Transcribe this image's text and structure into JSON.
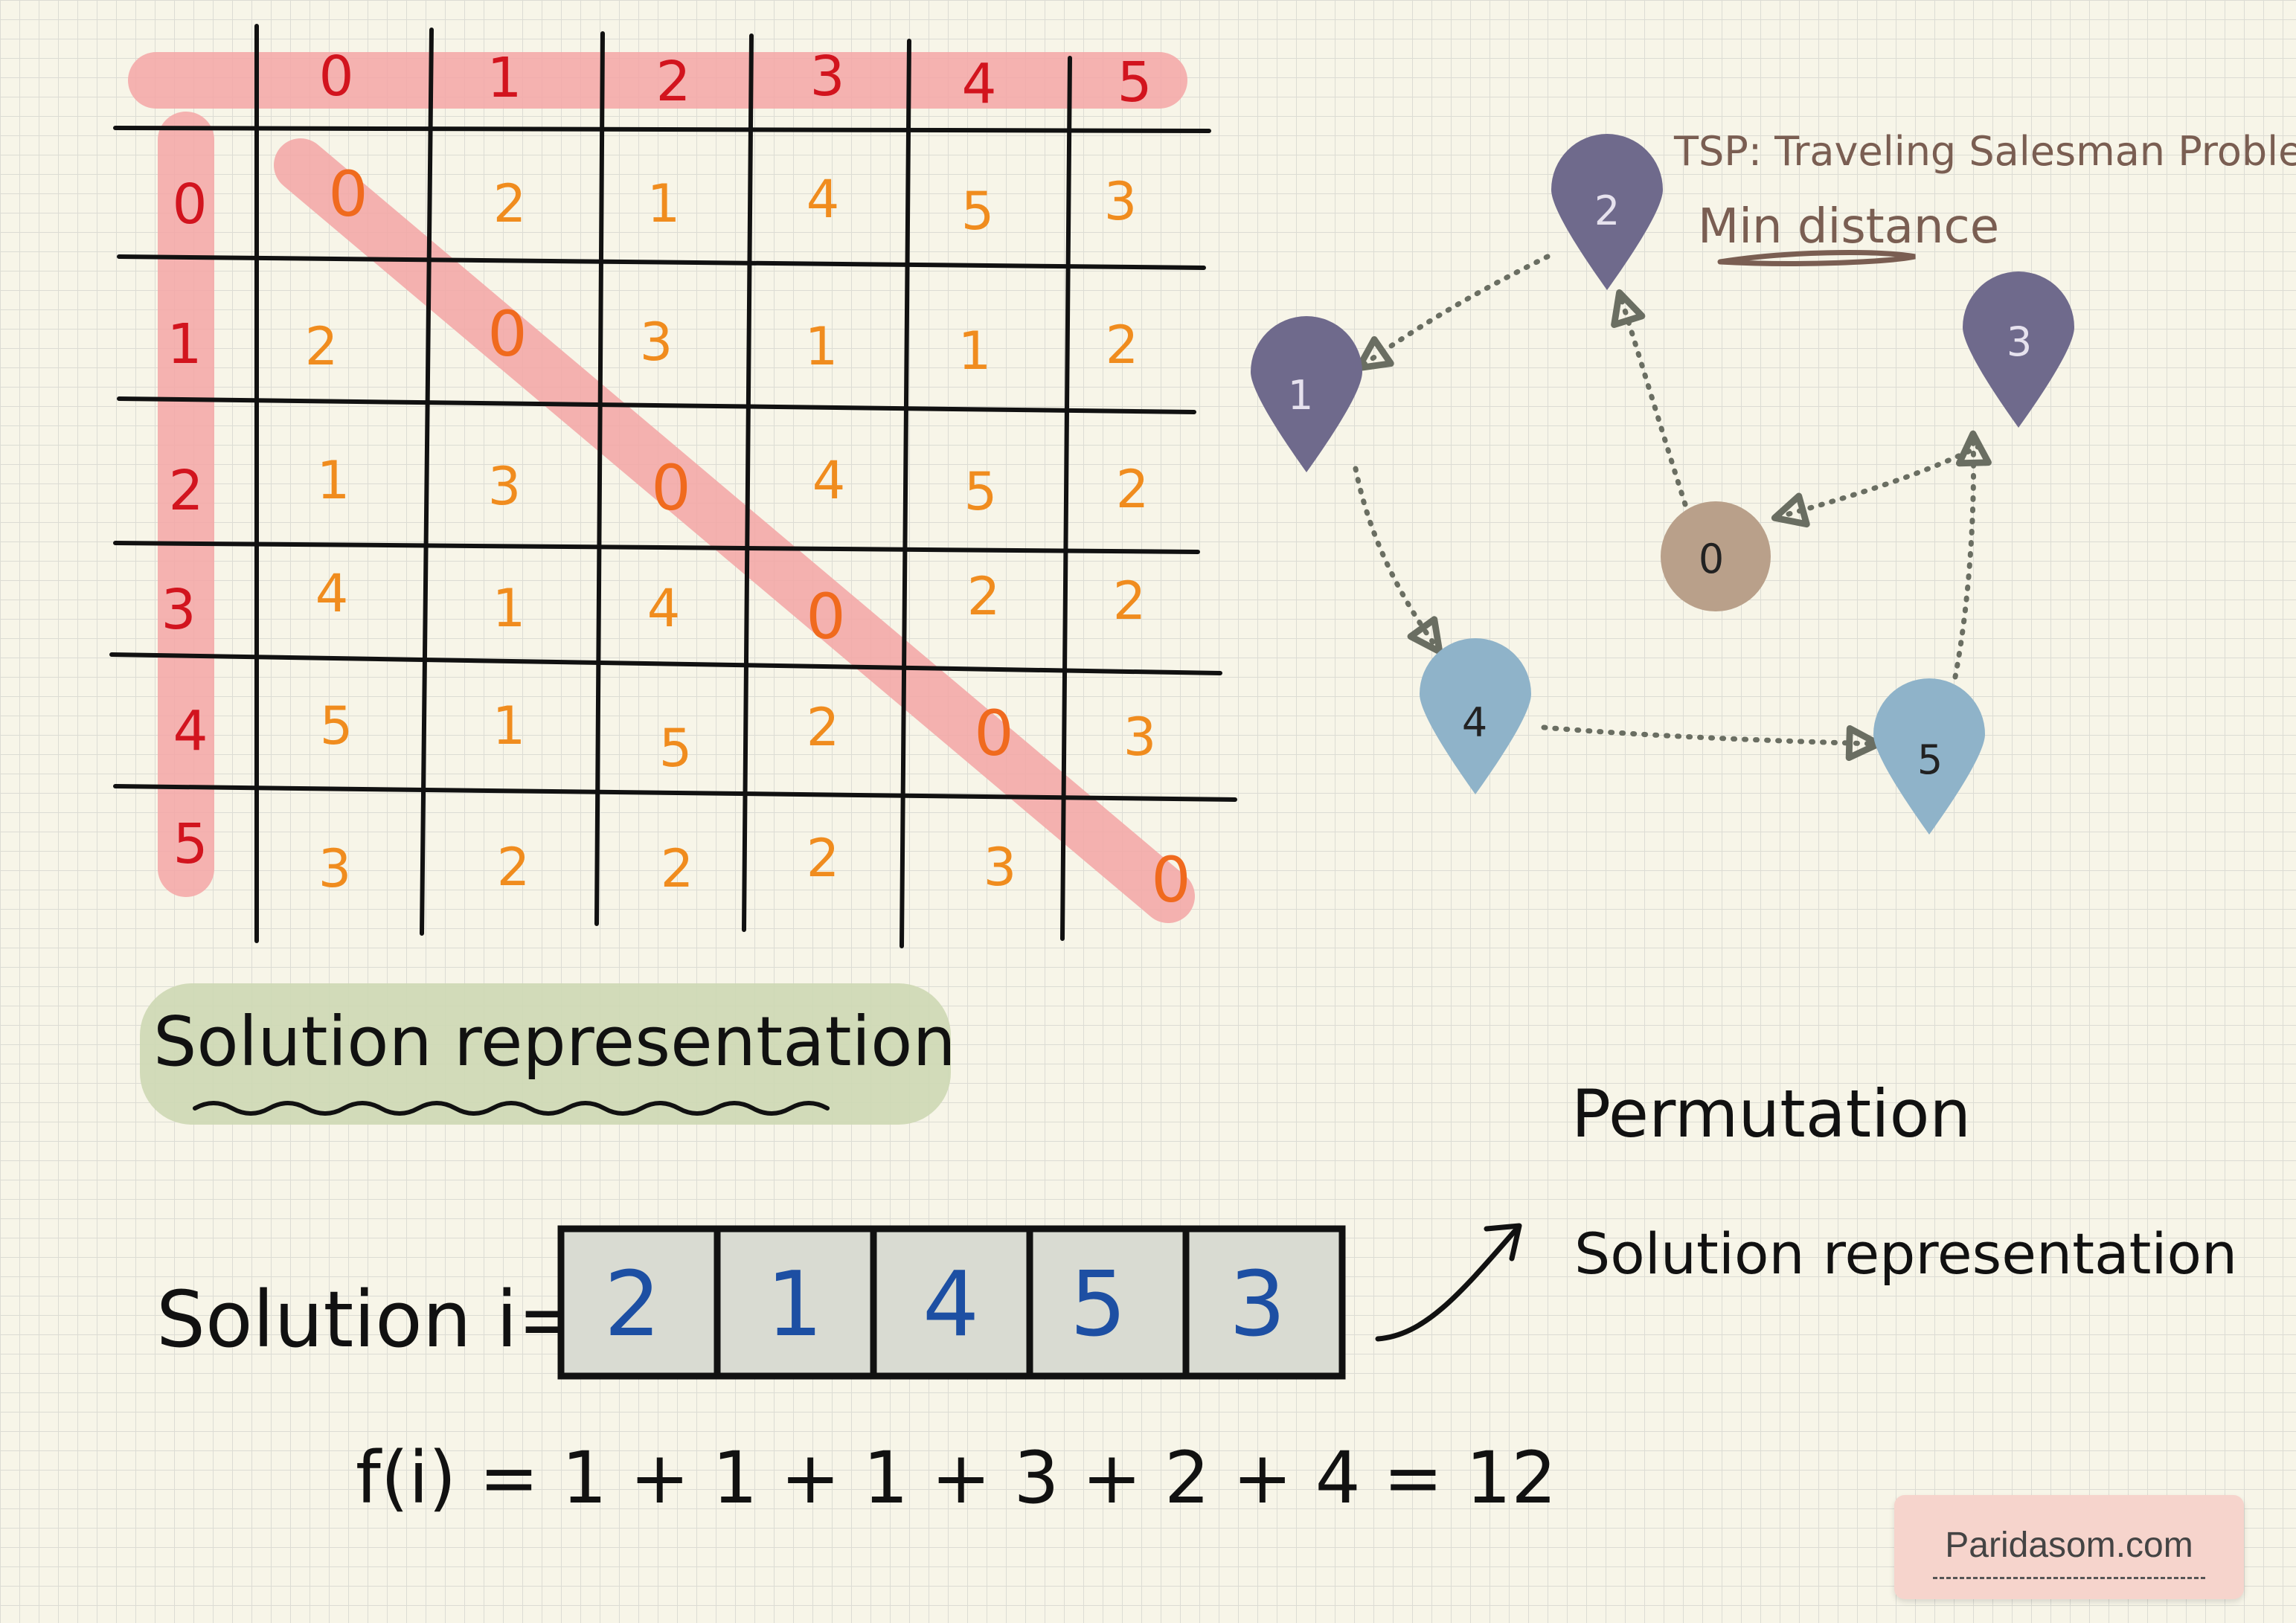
{
  "matrix": {
    "col_headers": [
      "0",
      "1",
      "2",
      "3",
      "4",
      "5"
    ],
    "row_headers": [
      "0",
      "1",
      "2",
      "3",
      "4",
      "5"
    ],
    "rows": [
      [
        "0",
        "2",
        "1",
        "4",
        "5",
        "3"
      ],
      [
        "2",
        "0",
        "3",
        "1",
        "1",
        "2"
      ],
      [
        "1",
        "3",
        "0",
        "4",
        "5",
        "2"
      ],
      [
        "4",
        "1",
        "4",
        "0",
        "2",
        "2"
      ],
      [
        "5",
        "1",
        "5",
        "2",
        "0",
        "3"
      ],
      [
        "3",
        "2",
        "2",
        "2",
        "3",
        "0"
      ]
    ]
  },
  "graph": {
    "title": "TSP: Traveling Salesman Problem",
    "subtitle": "Min distance",
    "nodes": [
      {
        "id": "0",
        "label": "0",
        "color": "#b9a08a",
        "shape": "circle"
      },
      {
        "id": "1",
        "label": "1",
        "color": "#6f6a8c",
        "shape": "pin"
      },
      {
        "id": "2",
        "label": "2",
        "color": "#6f6a8c",
        "shape": "pin"
      },
      {
        "id": "3",
        "label": "3",
        "color": "#6f6a8c",
        "shape": "pin"
      },
      {
        "id": "4",
        "label": "4",
        "color": "#8fb3c9",
        "shape": "pin"
      },
      {
        "id": "5",
        "label": "5",
        "color": "#8fb3c9",
        "shape": "pin"
      }
    ],
    "edges": [
      {
        "from": "0",
        "to": "2"
      },
      {
        "from": "2",
        "to": "1"
      },
      {
        "from": "1",
        "to": "4"
      },
      {
        "from": "4",
        "to": "5"
      },
      {
        "from": "5",
        "to": "3"
      },
      {
        "from": "3",
        "to": "0"
      }
    ]
  },
  "section_title": "Solution representation",
  "permutation_label": "Permutation",
  "solution_rep_label": "Solution representation",
  "solution": {
    "label": "Solution i=",
    "values": [
      "2",
      "1",
      "4",
      "5",
      "3"
    ]
  },
  "fitness": "f(i) = 1 + 1 + 1 + 3 + 2 + 4 = 12",
  "brand": "Paridasom.com",
  "colors": {
    "header_red": "#d2141e",
    "cell_orange": "#f08c1e",
    "highlight_pink": "#f4a6a6",
    "highlight_green": "#cdd8b4",
    "solution_blue": "#1d4fa3",
    "edge_gray": "#6a6e62"
  }
}
